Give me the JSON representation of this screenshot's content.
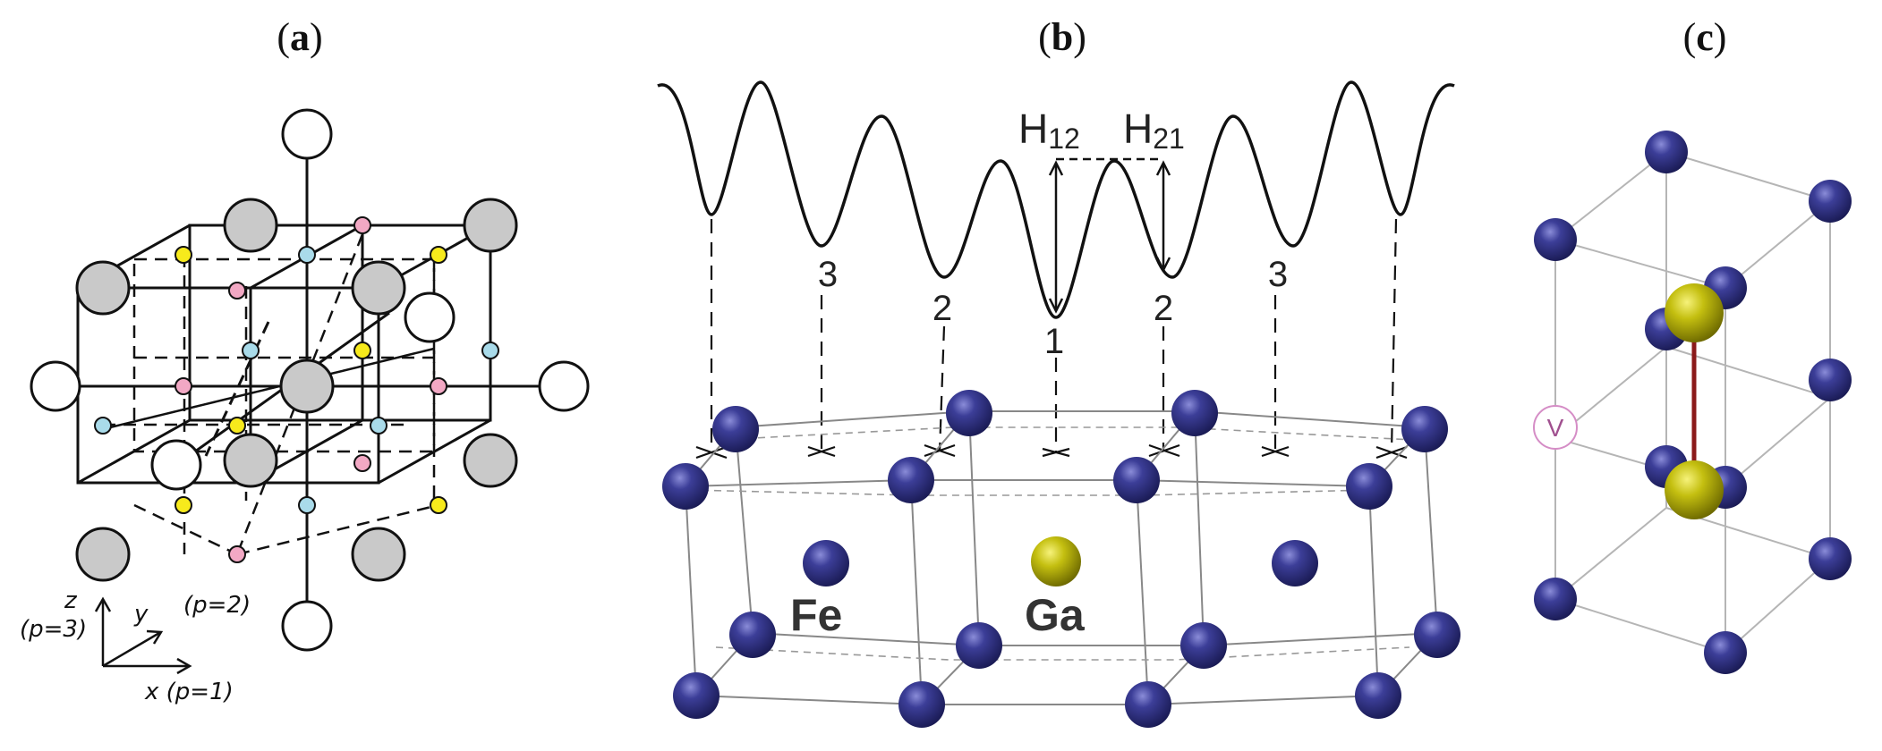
{
  "panels": {
    "a": {
      "label_open": "(",
      "label_letter": "a",
      "label_close": ")"
    },
    "b": {
      "label_open": "(",
      "label_letter": "b",
      "label_close": ")"
    },
    "c": {
      "label_open": "(",
      "label_letter": "c",
      "label_close": ")"
    }
  },
  "axes_a": {
    "z": "z",
    "z_note": "(p=3)",
    "y": "y",
    "y_note": "(p=2)",
    "x": "x (p=1)"
  },
  "energy_profile": {
    "h12": "H",
    "h12_sub": "12",
    "h21": "H",
    "h21_sub": "21",
    "site_labels": [
      "3",
      "2",
      "1",
      "2",
      "3"
    ]
  },
  "atoms_b": {
    "fe_label": "Fe",
    "ga_label": "Ga"
  },
  "panel_c": {
    "vacancy_label": "V"
  },
  "colors": {
    "fe_atom": "#2e2f7d",
    "ga_atom": "#b8b300",
    "bond": "#8b1a1a",
    "gray_atom": "#c9c9c9",
    "yellow_site": "#f7ea1c",
    "pink_site": "#f2a8c4",
    "blue_site": "#a9dbea"
  }
}
